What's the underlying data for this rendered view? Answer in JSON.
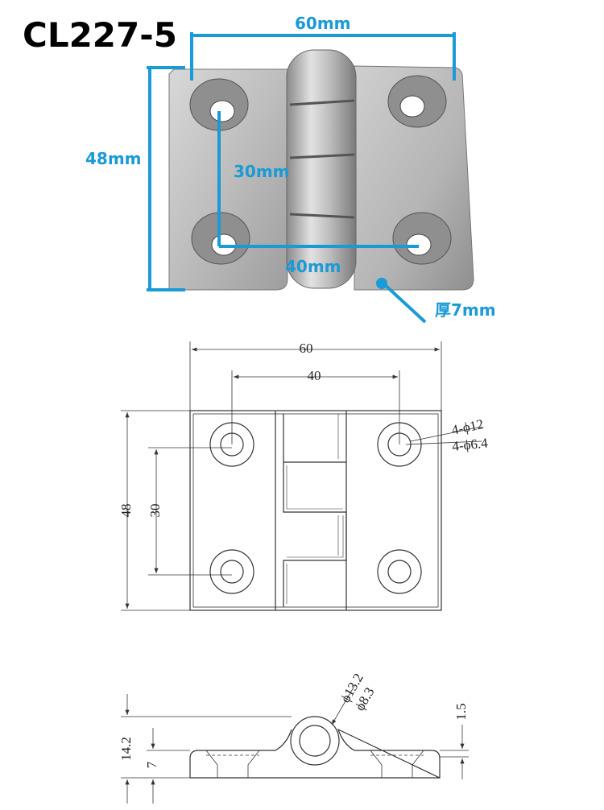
{
  "title": "CL227-5",
  "photo": {
    "width_label": "60mm",
    "height_label": "48mm",
    "hole_v_label": "30mm",
    "hole_h_label": "40mm",
    "thickness_label": "厚7mm"
  },
  "drawing_front": {
    "dim_60": "60",
    "dim_40": "40",
    "dim_48": "48",
    "dim_30": "30",
    "hole_outer": "4-ϕ12",
    "hole_inner": "4-ϕ6.4"
  },
  "drawing_side": {
    "dim_14_2": "14.2",
    "dim_7": "7",
    "dim_1_5": "1.5",
    "pin_outer": "ϕ13.2",
    "pin_inner": "ϕ8.3"
  },
  "colors": {
    "accent": "#1a9ad6",
    "line": "#333333",
    "metal": "#c9c9c9"
  }
}
